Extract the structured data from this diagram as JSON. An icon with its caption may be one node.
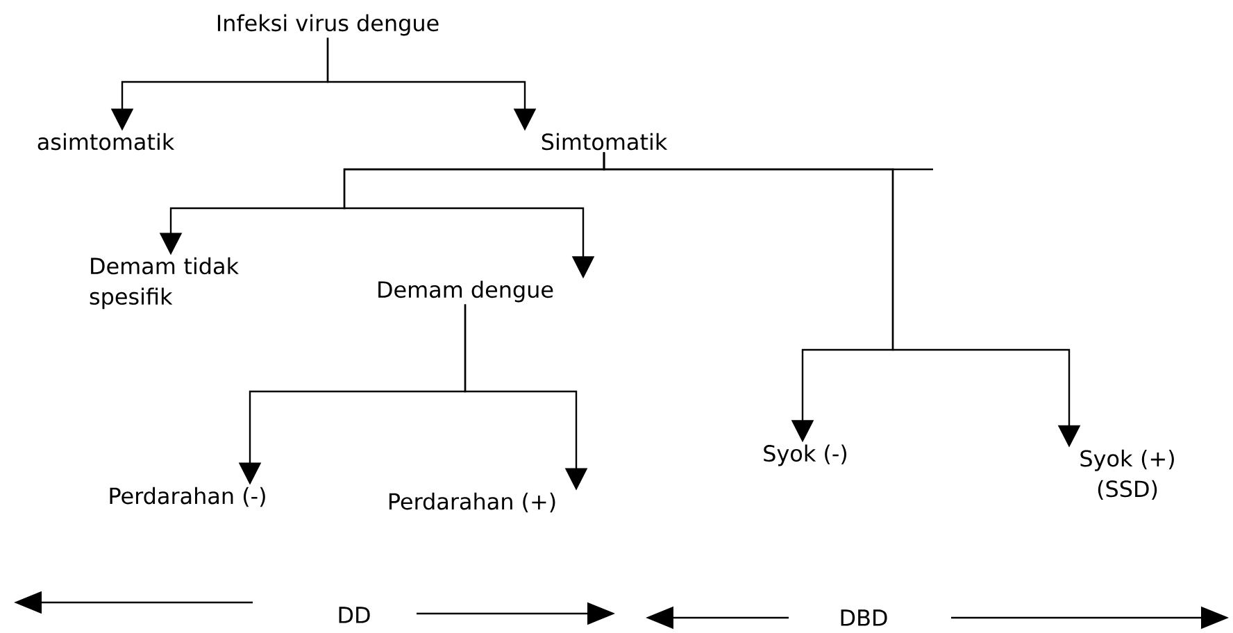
{
  "diagram": {
    "nodes": [
      {
        "text": [
          "Infeksi virus dengue"
        ]
      },
      {
        "text": [
          "asimtomatik"
        ]
      },
      {
        "text": [
          "Simtomatik"
        ]
      },
      {
        "text": [
          "Demam tidak spesifik"
        ]
      },
      {
        "text": [
          "Demam dengue"
        ]
      },
      {
        "text": [
          "Perdarahan (-)"
        ]
      },
      {
        "text": [
          "Perdarahan (+)"
        ]
      },
      {
        "text": [
          "Syok (-)"
        ]
      },
      {
        "text": [
          "Syok (+) (SSD)"
        ]
      }
    ],
    "edges": [
      {
        "from": 0,
        "to": 1,
        "arrow": "to"
      },
      {
        "from": 0,
        "to": 2,
        "arrow": "to"
      },
      {
        "from": 2,
        "to": 3,
        "arrow": "to"
      },
      {
        "from": 2,
        "to": 4,
        "arrow": "to"
      },
      {
        "from": 2,
        "to": 7,
        "arrow": "to"
      },
      {
        "from": 2,
        "to": 8,
        "arrow": "to"
      },
      {
        "from": 4,
        "to": 5,
        "arrow": "to"
      },
      {
        "from": 4,
        "to": 6,
        "arrow": "to"
      }
    ],
    "labels": [
      "DD",
      "DBD"
    ]
  }
}
